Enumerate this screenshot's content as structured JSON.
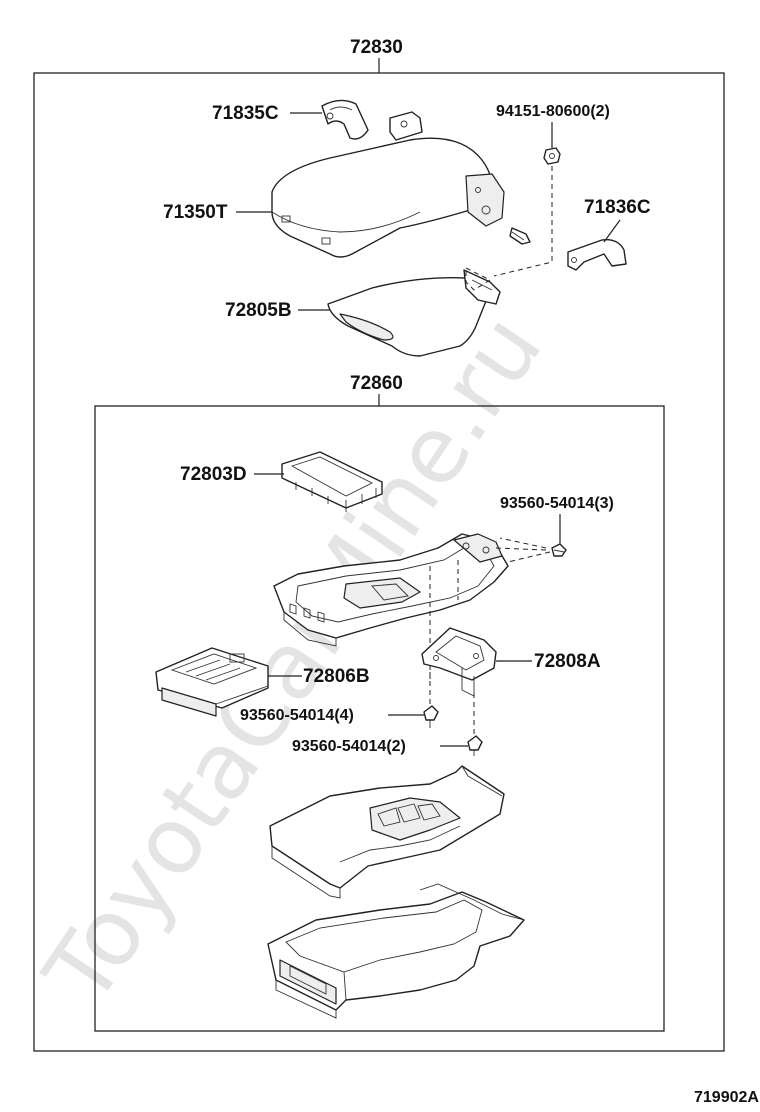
{
  "watermark": "ToyotaCarMine.ru",
  "figure_code": "719902A",
  "assemblies": {
    "outer": "72830",
    "inner": "72860"
  },
  "parts": {
    "p71835C": "71835C",
    "p94151": "94151-80600(2)",
    "p71350T": "71350T",
    "p71836C": "71836C",
    "p72805B": "72805B",
    "p72803D": "72803D",
    "p93560_3": "93560-54014(3)",
    "p72806B": "72806B",
    "p72808A": "72808A",
    "p93560_4": "93560-54014(4)",
    "p93560_2": "93560-54014(2)"
  }
}
